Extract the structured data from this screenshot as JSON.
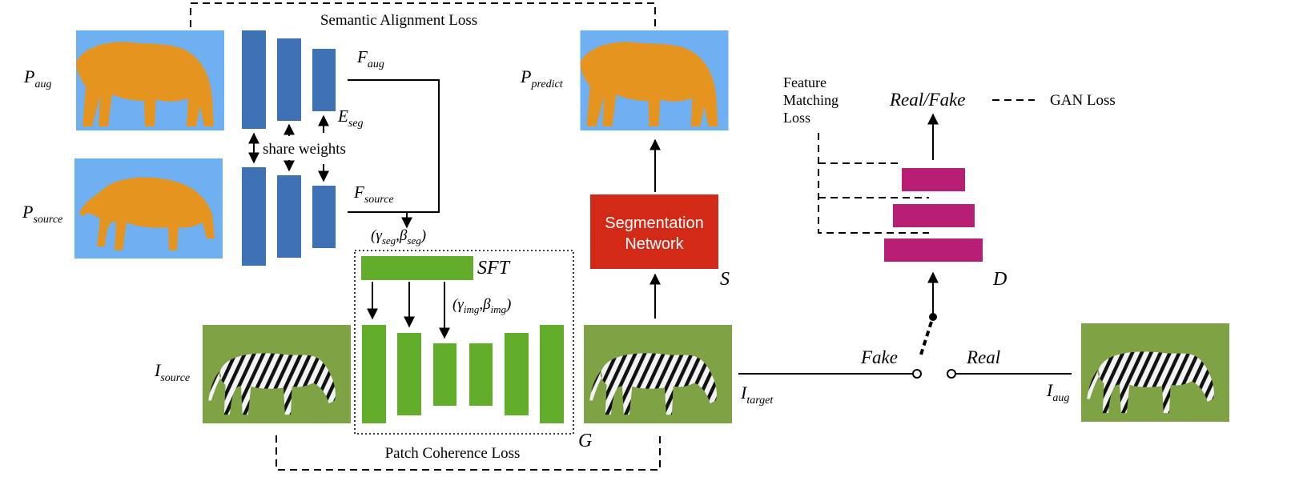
{
  "diagram": {
    "semantic_alignment_loss": "Semantic Alignment Loss",
    "patch_coherence_loss": "Patch Coherence Loss",
    "share_weights": "share weights",
    "sft": "SFT",
    "segmentation_network": [
      "Segmentation",
      "Network"
    ],
    "real_fake": "Real/Fake",
    "gan_loss": "GAN Loss",
    "feature_matching_loss": [
      "Feature",
      "Matching",
      "Loss"
    ],
    "fake": "Fake",
    "real": "Real",
    "s": "S",
    "g": "G",
    "d": "D",
    "p_aug": {
      "base": "P",
      "sub": "aug"
    },
    "p_source": {
      "base": "P",
      "sub": "source"
    },
    "p_predict": {
      "base": "P",
      "sub": "predict"
    },
    "i_source": {
      "base": "I",
      "sub": "source"
    },
    "i_target": {
      "base": "I",
      "sub": "target"
    },
    "i_aug": {
      "base": "I",
      "sub": "aug"
    },
    "f_aug": {
      "base": "F",
      "sub": "aug"
    },
    "f_source": {
      "base": "F",
      "sub": "source"
    },
    "e_seg": {
      "base": "E",
      "sub": "seg"
    },
    "gamma_beta_seg": {
      "open": "(",
      "g": "γ",
      "gsub": "seg",
      "comma": ",",
      "b": "β",
      "bsub": "seg",
      "close": ")"
    },
    "gamma_beta_img": {
      "open": "(",
      "g": "γ",
      "gsub": "img",
      "comma": ",",
      "b": "β",
      "bsub": "img",
      "close": ")"
    }
  },
  "colors": {
    "encoder": "#3f72b4",
    "generator": "#62ad2a",
    "discriminator": "#b81f74",
    "segmentation": "#d22a17",
    "mask_background": "#6fb0f2",
    "mask_foreground": "#e69420"
  },
  "icons": [
    "zebra-image",
    "segmentation-mask",
    "switch-icon"
  ]
}
